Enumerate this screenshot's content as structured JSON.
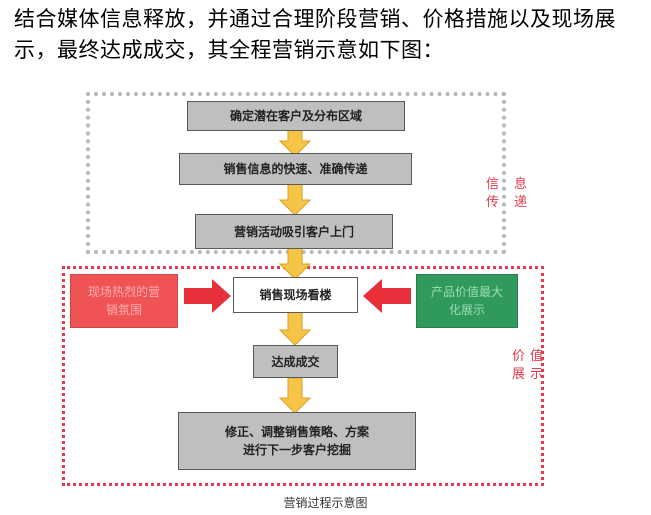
{
  "intro_text": "结合媒体信息释放，并通过合理阶段营销、价格措施以及现场展示，最终达成成交，其全程营销示意如下图：",
  "steps": [
    "确定潜在客户及分布区域",
    "销售信息的快速、准确传递",
    "营销活动吸引客户上门",
    "销售现场看楼",
    "达成成交",
    "修正、调整销售策略、方案\n进行下一步客户挖掘"
  ],
  "left_box": "现场热烈的营\n销氛围",
  "right_box": "产品价值最大\n化展示",
  "label_info": [
    "信",
    "息",
    "传",
    "递"
  ],
  "label_price": [
    "价",
    "值",
    "展",
    "示"
  ],
  "caption": "营销过程示意图",
  "colors": {
    "arrow_yellow": "#f6c548",
    "arrow_red": "#e8303a",
    "grey_box": "#bfbfbf",
    "red_box": "#ef5353",
    "green_box": "#2f9a5c",
    "label_blue": "#4a7bd0",
    "label_red": "#e23a4a"
  }
}
